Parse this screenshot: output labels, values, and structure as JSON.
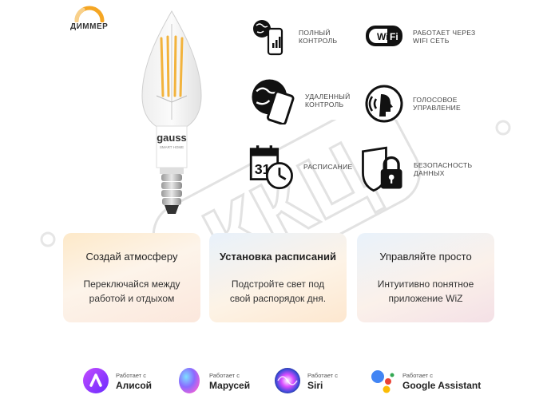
{
  "dimmer": {
    "label": "ДИММЕР"
  },
  "bulb": {
    "brand": "gauss",
    "sub": "SMART HOME"
  },
  "watermark": {
    "text": "ККЦ"
  },
  "features": [
    {
      "icon": "globe-phone-icon",
      "lines": [
        "ПОЛНЫЙ",
        "КОНТРОЛЬ"
      ]
    },
    {
      "icon": "wifi-icon",
      "lines": [
        "РАБОТАЕТ ЧЕРЕЗ",
        "WIFI СЕТЬ"
      ]
    },
    {
      "icon": "remote-control-icon",
      "lines": [
        "УДАЛЕННЫЙ",
        "КОНТРОЛЬ"
      ]
    },
    {
      "icon": "voice-control-icon",
      "lines": [
        "ГОЛОСОВОЕ",
        "УПРАВЛЕНИЕ"
      ]
    },
    {
      "icon": "calendar-clock-icon",
      "lines": [
        "РАСПИСАНИЕ"
      ]
    },
    {
      "icon": "shield-lock-icon",
      "lines": [
        "БЕЗОПАСНОСТЬ",
        "ДАННЫХ"
      ]
    }
  ],
  "cards": [
    {
      "title": "Создай атмосферу",
      "desc": [
        "Переключайся между",
        "работой и отдыхом"
      ]
    },
    {
      "title": "Установка расписаний",
      "desc": [
        "Подстройте свет под",
        "свой распорядок дня."
      ]
    },
    {
      "title": "Управляйте просто",
      "desc": [
        "Интуитивно понятное",
        "приложение WiZ"
      ]
    }
  ],
  "assistants": [
    {
      "small": "Работает с",
      "name": "Алисой",
      "icon": "alice-logo-icon"
    },
    {
      "small": "Работает с",
      "name": "Марусей",
      "icon": "marusya-logo-icon"
    },
    {
      "small": "Работает с",
      "name": "Siri",
      "icon": "siri-logo-icon"
    },
    {
      "small": "Работает с",
      "name": "Google Assistant",
      "icon": "google-assistant-logo-icon"
    }
  ],
  "colors": {
    "dimmer_accent": "#f5a623",
    "icon_dark": "#111111",
    "watermark": "#e4e4e4"
  }
}
